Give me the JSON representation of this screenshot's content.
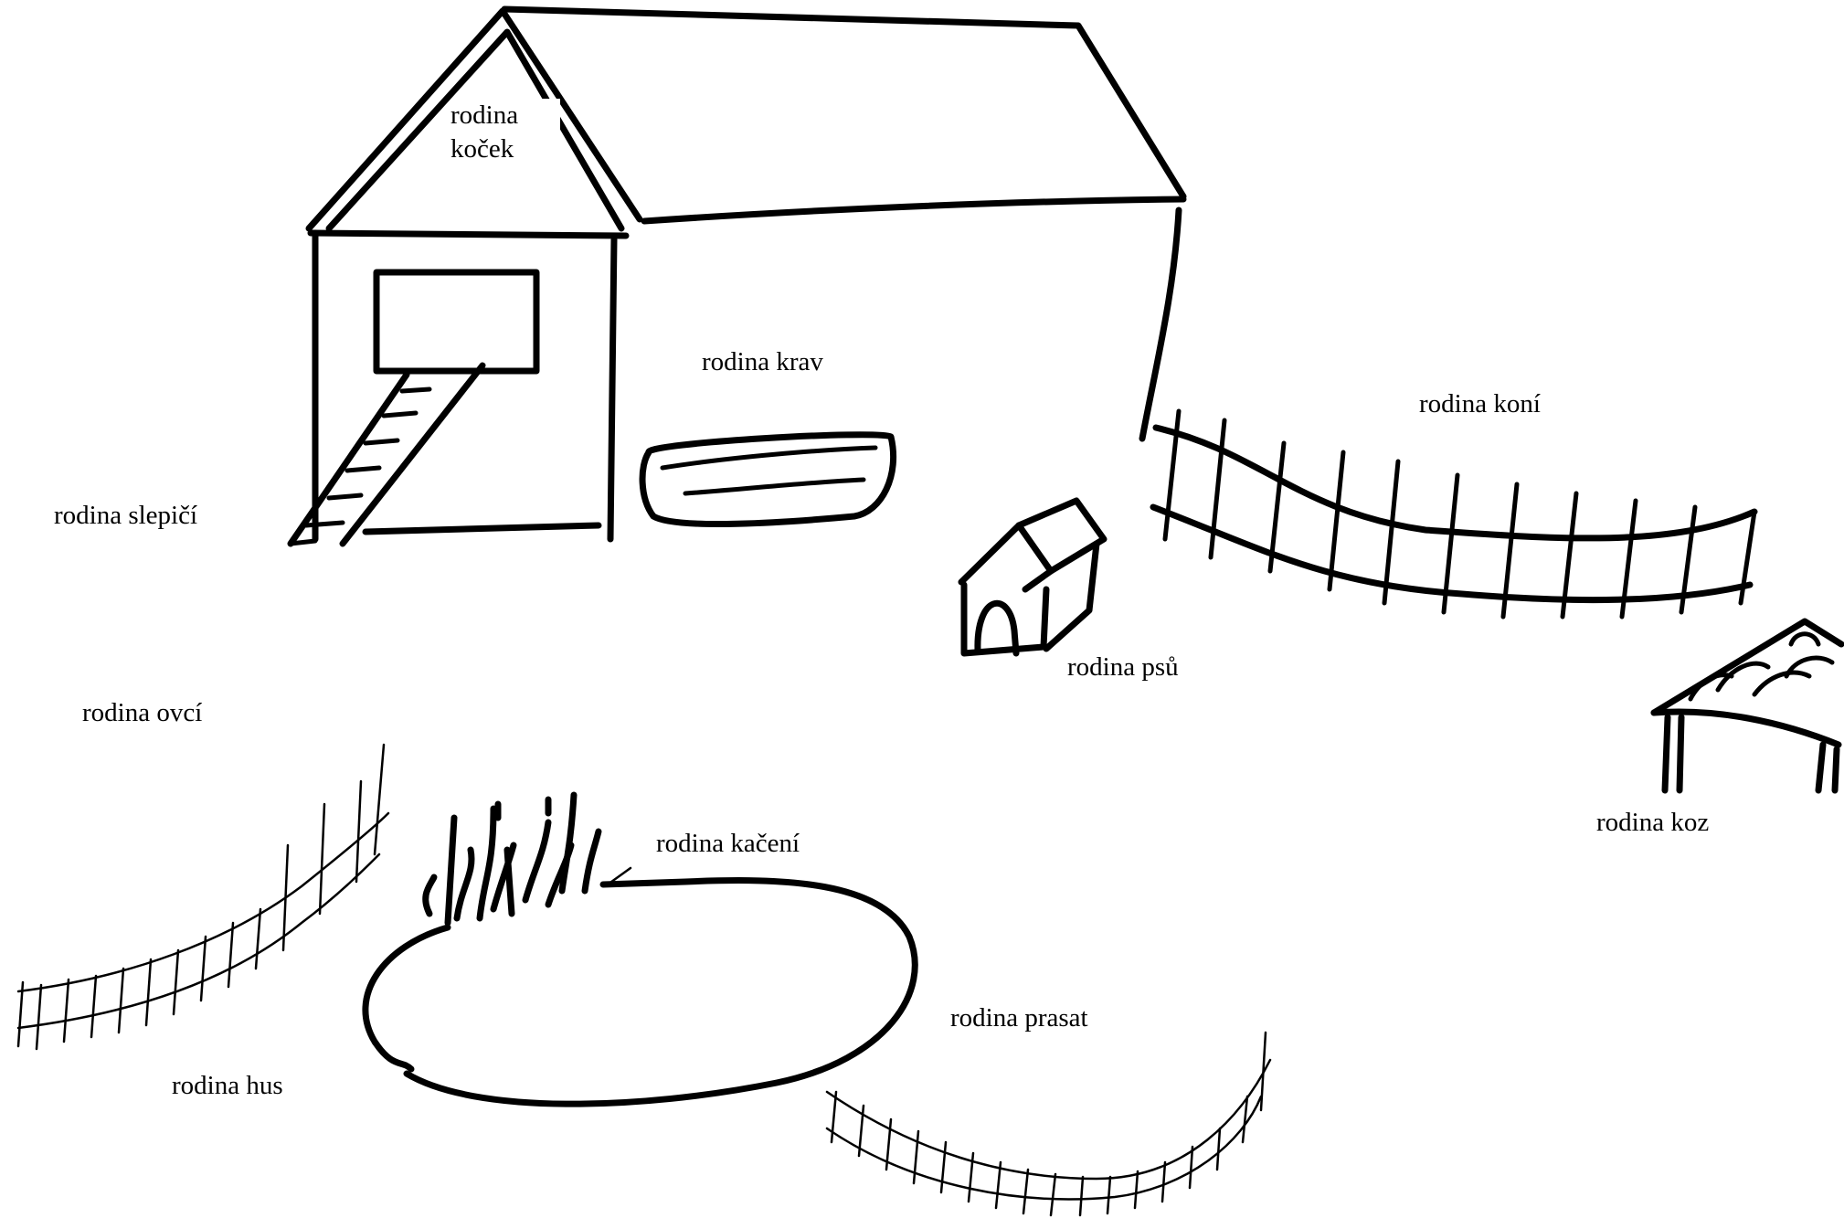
{
  "labels": {
    "cats": "rodina koček",
    "cows": "rodina krav",
    "horses": "rodina koní",
    "hens": "rodina slepičí",
    "dogs": "rodina psů",
    "sheep": "rodina ovcí",
    "goats": "rodina koz",
    "ducks": "rodina kačení",
    "pigs": "rodina prasat",
    "geese": "rodina hus"
  }
}
